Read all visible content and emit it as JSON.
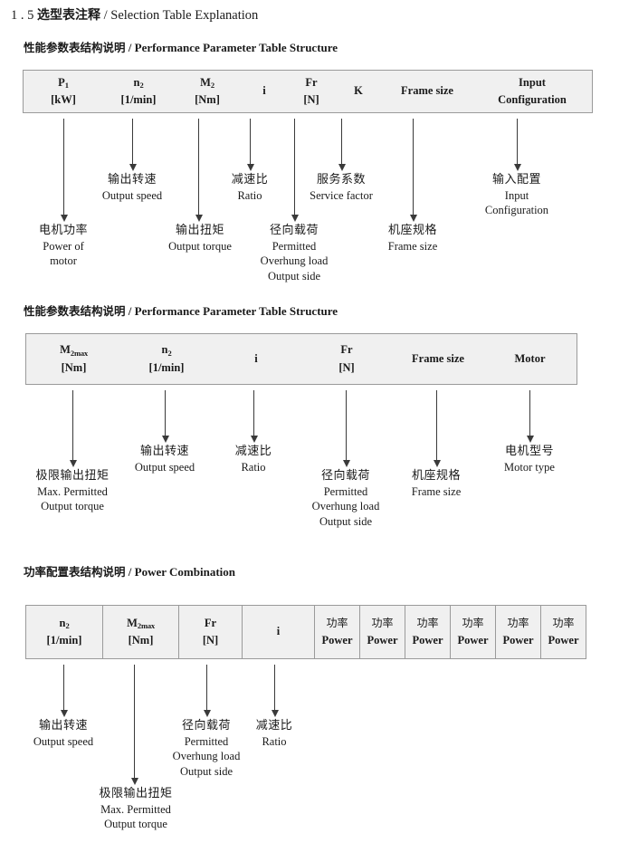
{
  "document": {
    "title_number": "1 . 5",
    "title_cn": "选型表注释",
    "title_sep": "/",
    "title_en": "Selection Table Explanation"
  },
  "sections": [
    {
      "heading_cn": "性能参数表结构说明",
      "heading_sep": "/",
      "heading_en": "Performance Parameter Table Structure",
      "table": {
        "bordered": false,
        "columns": [
          {
            "line1": "P",
            "line1_sub": "1",
            "line2": "[kW]"
          },
          {
            "line1": "n",
            "line1_sub": "2",
            "line2": "[1/min]"
          },
          {
            "line1": "M",
            "line1_sub": "2",
            "line2": "[Nm]"
          },
          {
            "line1": "i",
            "line1_sub": "",
            "line2": ""
          },
          {
            "line1": "Fr",
            "line1_sub": "",
            "line2": "[N]"
          },
          {
            "line1": "K",
            "line1_sub": "",
            "line2": ""
          },
          {
            "line1": "Frame size",
            "line1_sub": "",
            "line2": ""
          },
          {
            "line1": "Input",
            "line1_sub": "",
            "line2": "Configuration"
          }
        ]
      },
      "annotations": [
        {
          "cn": "电机功率",
          "en": [
            "Power of",
            "motor"
          ]
        },
        {
          "cn": "输出转速",
          "en": [
            "Output speed"
          ]
        },
        {
          "cn": "输出扭矩",
          "en": [
            "Output torque"
          ]
        },
        {
          "cn": "减速比",
          "en": [
            "Ratio"
          ]
        },
        {
          "cn": "径向载荷",
          "en": [
            "Permitted",
            "Overhung load",
            "Output side"
          ]
        },
        {
          "cn": "服务系数",
          "en": [
            "Service factor"
          ]
        },
        {
          "cn": "机座规格",
          "en": [
            "Frame size"
          ]
        },
        {
          "cn": "输入配置",
          "en": [
            "Input",
            "Configuration"
          ]
        }
      ]
    },
    {
      "heading_cn": "性能参数表结构说明",
      "heading_sep": "/",
      "heading_en": "Performance Parameter Table Structure",
      "table": {
        "bordered": false,
        "columns": [
          {
            "line1": "M",
            "line1_sub": "2max",
            "line2": "[Nm]"
          },
          {
            "line1": "n",
            "line1_sub": "2",
            "line2": "[1/min]"
          },
          {
            "line1": "i",
            "line1_sub": "",
            "line2": ""
          },
          {
            "line1": "Fr",
            "line1_sub": "",
            "line2": "[N]"
          },
          {
            "line1": "Frame size",
            "line1_sub": "",
            "line2": ""
          },
          {
            "line1": "Motor",
            "line1_sub": "",
            "line2": ""
          }
        ]
      },
      "annotations": [
        {
          "cn": "极限输出扭矩",
          "en": [
            "Max. Permitted",
            "Output  torque"
          ]
        },
        {
          "cn": "输出转速",
          "en": [
            "Output speed"
          ]
        },
        {
          "cn": "减速比",
          "en": [
            "Ratio"
          ]
        },
        {
          "cn": "径向载荷",
          "en": [
            "Permitted",
            "Overhung load",
            "Output side"
          ]
        },
        {
          "cn": "机座规格",
          "en": [
            "Frame size"
          ]
        },
        {
          "cn": "电机型号",
          "en": [
            "Motor type"
          ]
        }
      ]
    },
    {
      "heading_cn": "功率配置表结构说明",
      "heading_sep": "/",
      "heading_en": "Power Combination",
      "table": {
        "bordered": true,
        "columns": [
          {
            "line1": "n",
            "line1_sub": "2",
            "line2": "[1/min]"
          },
          {
            "line1": "M",
            "line1_sub": "2max",
            "line2": "[Nm]"
          },
          {
            "line1": "Fr",
            "line1_sub": "",
            "line2": "[N]"
          },
          {
            "line1": "i",
            "line1_sub": "",
            "line2": ""
          },
          {
            "line1_cn": "功率",
            "line1_sub": "",
            "line2": "Power"
          },
          {
            "line1_cn": "功率",
            "line1_sub": "",
            "line2": "Power"
          },
          {
            "line1_cn": "功率",
            "line1_sub": "",
            "line2": "Power"
          },
          {
            "line1_cn": "功率",
            "line1_sub": "",
            "line2": "Power"
          },
          {
            "line1_cn": "功率",
            "line1_sub": "",
            "line2": "Power"
          },
          {
            "line1_cn": "功率",
            "line1_sub": "",
            "line2": "Power"
          }
        ]
      },
      "annotations": [
        {
          "cn": "输出转速",
          "en": [
            "Output speed"
          ]
        },
        {
          "cn": "极限输出扭矩",
          "en": [
            "Max. Permitted",
            "Output  torque"
          ]
        },
        {
          "cn": "径向载荷",
          "en": [
            "Permitted",
            "Overhung load",
            "Output side"
          ]
        },
        {
          "cn": "减速比",
          "en": [
            "Ratio"
          ]
        }
      ]
    }
  ],
  "colors": {
    "table_fill": "#f0f0f0",
    "table_border": "#9a9a9a",
    "arrow": "#3a3a3a",
    "text": "#1a1a1a"
  }
}
